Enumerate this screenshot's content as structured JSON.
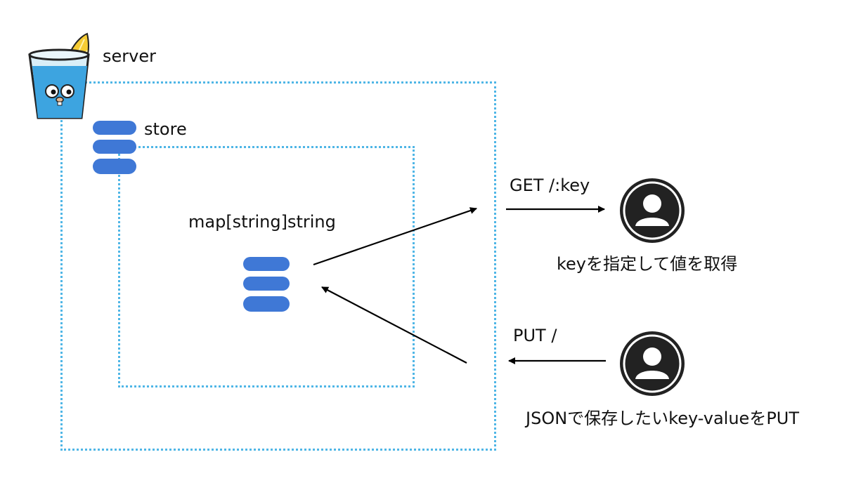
{
  "server": {
    "label": "server"
  },
  "store": {
    "label": "store"
  },
  "map": {
    "label": "map[string]string"
  },
  "get": {
    "request": "GET /:key",
    "caption": "keyを指定して値を取得"
  },
  "put": {
    "request": "PUT /",
    "caption": "JSONで保存したいkey-valueをPUT"
  },
  "colors": {
    "dotted_border": "#4fb6e6",
    "database_blue": "#3f78d6",
    "user_icon": "#222222",
    "arrow": "#000000"
  }
}
